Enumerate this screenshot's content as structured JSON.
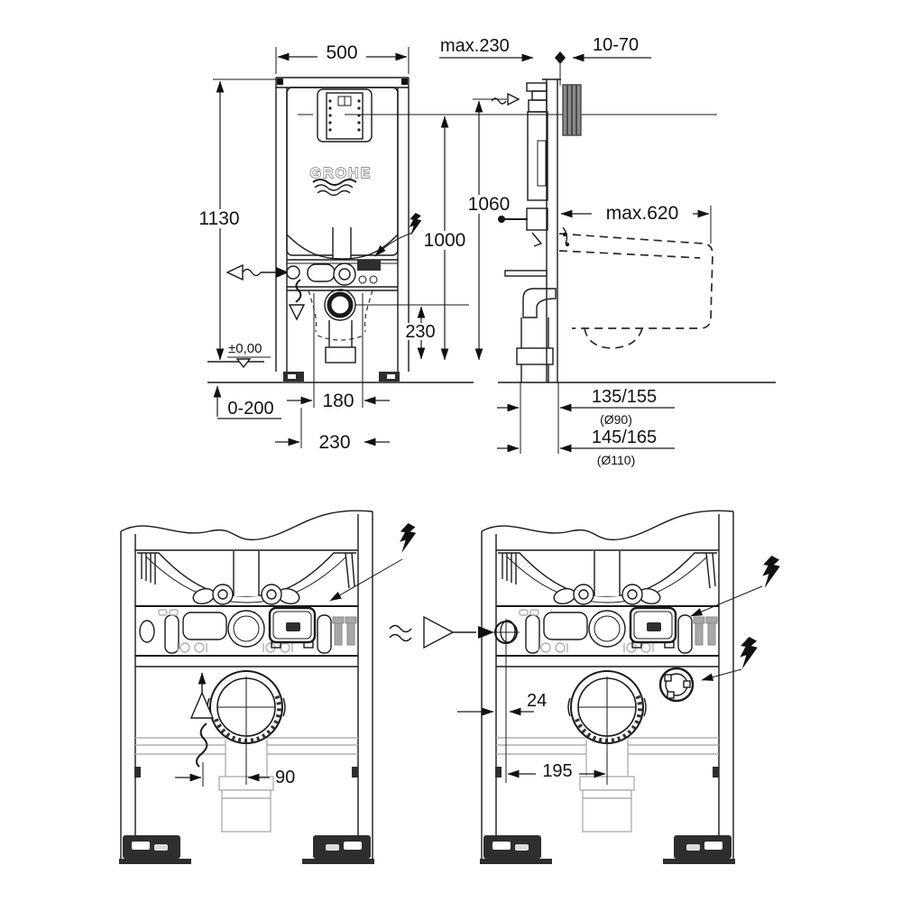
{
  "brand": {
    "logo_text": "GROHE"
  },
  "front_view": {
    "dim_width": "500",
    "dim_height": "1130",
    "dim_actuator_height": "1000",
    "dim_outlet_height": "230",
    "floor_level": "±0,00",
    "dim_foot_adjust": "0-200",
    "dim_outlet_offset": "180",
    "dim_drain_offset": "230"
  },
  "side_view": {
    "dim_depth": "max.230",
    "dim_wall_thickness": "10-70",
    "dim_plate_height": "1060",
    "dim_bowl_depth": "max.620",
    "drain_height_90": "135/155",
    "drain_dia_90": "(Ø90)",
    "drain_height_110": "145/165",
    "drain_dia_110": "(Ø110)"
  },
  "detail_left": {
    "dim_outlet_offset": "90"
  },
  "detail_right": {
    "dim_inlet_offset": "24",
    "dim_conduit_offset": "195"
  }
}
